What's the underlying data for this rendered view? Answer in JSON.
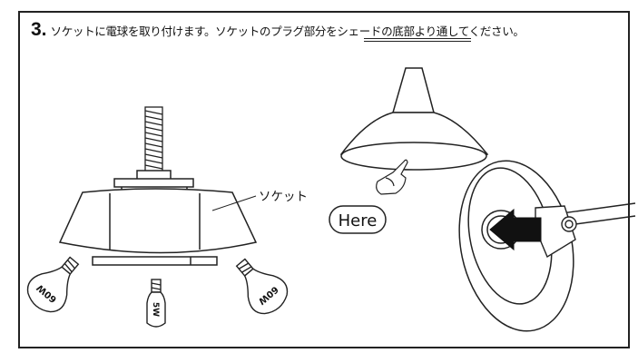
{
  "step": {
    "number": "3.",
    "instruction": "ソケットに電球を取り付けます。ソケットのプラグ部分をシェードの底部より通してください。"
  },
  "labels": {
    "socket": "ソケット",
    "here": "Here"
  },
  "bulbs": {
    "left": "60W",
    "center": "5W",
    "right": "60W"
  },
  "colors": {
    "line": "#222222",
    "arrow": "#111111",
    "background": "#ffffff"
  }
}
